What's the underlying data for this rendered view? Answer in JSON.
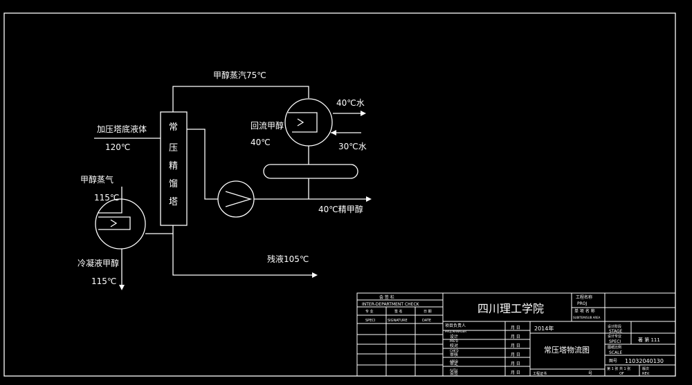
{
  "flow": {
    "vapor_top": "甲醇蒸汽75℃",
    "column_name": [
      "常",
      "压",
      "精",
      "馏",
      "塔"
    ],
    "feed_label": "加压塔底液体",
    "feed_temp": "120℃",
    "reboiler_steam": "甲醇蒸气",
    "reboiler_steam_temp": "115℃",
    "condensate": "冷凝液甲醇",
    "condensate_temp": "115℃",
    "reflux_label": "回流甲醇",
    "reflux_temp": "40℃",
    "cw_out": "40℃水",
    "cw_in": "30℃水",
    "product": "40℃精甲醇",
    "residue": "残液105℃"
  },
  "title_block": {
    "check_title": "会 签 栏",
    "check_en": "INTER-DEPARTMENT CHECK",
    "speci_cn": "专 业",
    "speci_en": "SPECI",
    "sign_cn": "签 名",
    "sign_en": "SIGNATURE",
    "date_cn": "日 期",
    "date_en": "DATE",
    "institute": "四川理工学院",
    "proj_name": "工程名称",
    "proj_en": "PROJ",
    "sub_name": "单 项 名 称",
    "sub_en": "SUBITEM/SUB AREA",
    "roles": [
      "项目负责人",
      "设计",
      "校对",
      "审核",
      "审定",
      "会签"
    ],
    "roles_en": [
      "PROJ.MANAGER",
      "PRE'D",
      "CHK'D",
      "APP'D",
      "AUTH",
      ""
    ],
    "month_day": "月   日",
    "year": "2014年",
    "drawing_title": "常压塔物流图",
    "stage_cn": "设计阶段",
    "stage_en": "STAGE",
    "speci2_cn": "设计专业",
    "speci2_en": "SPECI",
    "scale_cn": "图纸比例",
    "scale_en": "SCALE",
    "scale_value": "著 第 111",
    "number_label": "图号",
    "number_value": "11032040130",
    "sheet_cn": "第 1 张 共 1 张",
    "sheet_en": "OF",
    "rev_cn": "版次",
    "rev_en": "REV.",
    "cert_label": "工程证书",
    "cert_value": "号"
  }
}
